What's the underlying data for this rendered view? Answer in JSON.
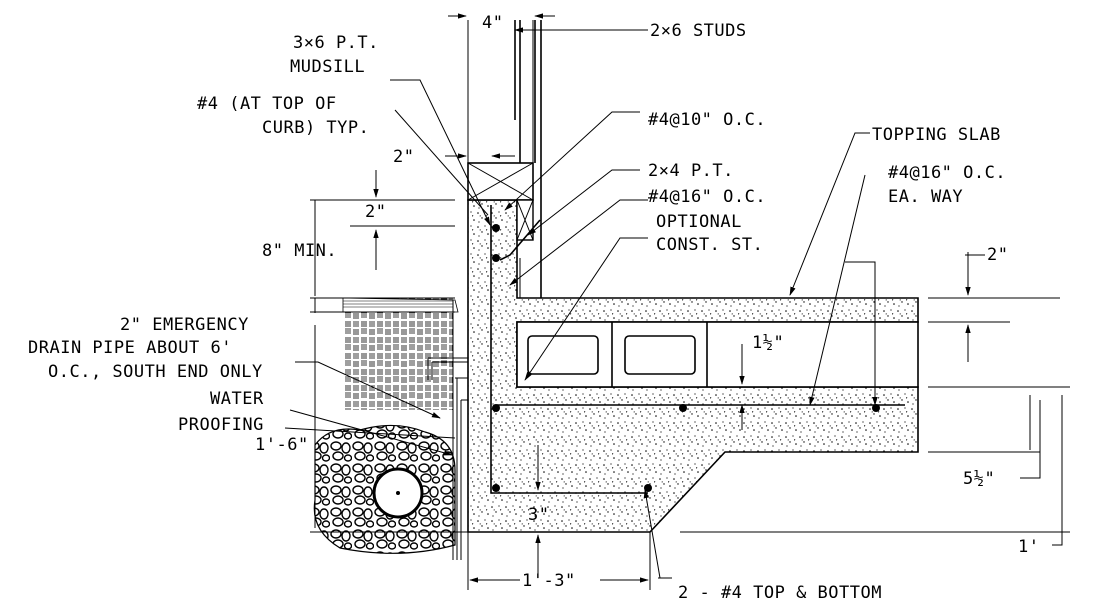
{
  "labels": {
    "studs": "2×6 STUDS",
    "dim_4in": "4\"",
    "mudsill_1": "3×6 P.T.",
    "mudsill_2": "MUDSILL",
    "curb_bar_1": "#4 (AT TOP OF",
    "curb_bar_2": "CURB) TYP.",
    "bar_10oc": "#4@10\" O.C.",
    "pt_2x4": "2×4 P.T.",
    "bar_16oc": "#4@16\" O.C.",
    "optional_1": "OPTIONAL",
    "optional_2": "CONST. ST.",
    "topping_slab": "TOPPING SLAB",
    "slab_bar_1": "#4@16\" O.C.",
    "slab_bar_2": "EA. WAY",
    "dim_2in_a": "2\"",
    "dim_2in_b": "2\"",
    "dim_8in_min": "8\" MIN.",
    "dim_2in_right": "2\"",
    "drain_1": "2\" EMERGENCY",
    "drain_2": "DRAIN PIPE ABOUT 6'",
    "drain_3": "O.C., SOUTH END ONLY",
    "water_1": "WATER",
    "water_2": "PROOFING",
    "dim_1_6": "1'-6\"",
    "dim_1_half": "1½\"",
    "dim_5_half": "5½\"",
    "dim_3in": "3\"",
    "dim_1ft": "1'",
    "dim_1_3": "1'-3\"",
    "bars_tb": "2 - #4 TOP & BOTTOM"
  }
}
